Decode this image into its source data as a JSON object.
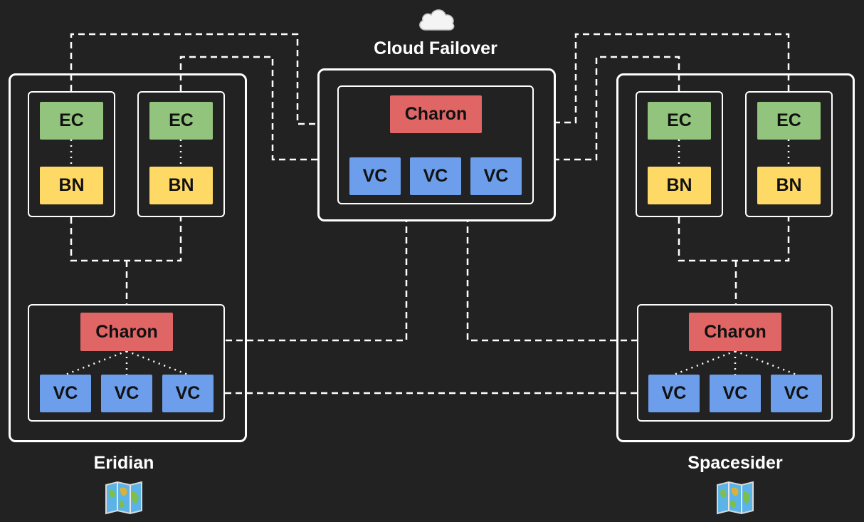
{
  "colors": {
    "background": "#222222",
    "ec": "#93c47d",
    "bn": "#ffd966",
    "vc": "#6d9eeb",
    "charon": "#e06666",
    "line": "#ffffff"
  },
  "cloud": {
    "icon": "cloud-icon",
    "title": "Cloud Failover",
    "charon": "Charon",
    "vcs": [
      "VC",
      "VC",
      "VC"
    ]
  },
  "eridian": {
    "icon": "map-icon",
    "title": "Eridian",
    "nodes": [
      {
        "ec": "EC",
        "bn": "BN"
      },
      {
        "ec": "EC",
        "bn": "BN"
      }
    ],
    "charon": "Charon",
    "vcs": [
      "VC",
      "VC",
      "VC"
    ]
  },
  "spacesider": {
    "icon": "map-icon",
    "title": "Spacesider",
    "nodes": [
      {
        "ec": "EC",
        "bn": "BN"
      },
      {
        "ec": "EC",
        "bn": "BN"
      }
    ],
    "charon": "Charon",
    "vcs": [
      "VC",
      "VC",
      "VC"
    ]
  }
}
